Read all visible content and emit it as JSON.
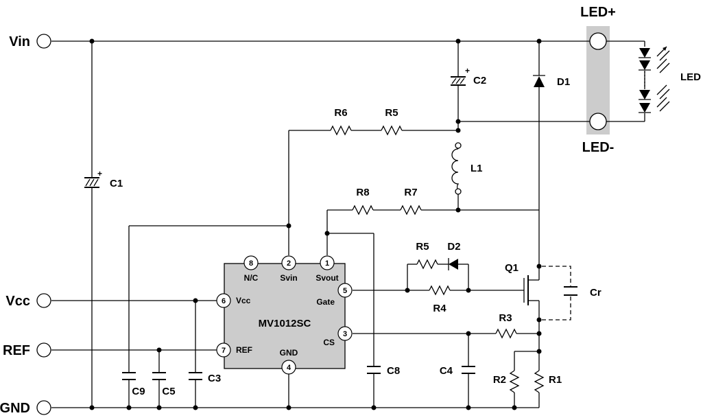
{
  "terminals": {
    "vin": "Vin",
    "vcc": "Vcc",
    "ref": "REF",
    "gnd": "GND",
    "led_plus": "LED+",
    "led_minus": "LED-"
  },
  "ic": {
    "name": "MV1012SC",
    "pins": [
      {
        "num": "8",
        "name": "N/C"
      },
      {
        "num": "2",
        "name": "Svin"
      },
      {
        "num": "1",
        "name": "Svout"
      },
      {
        "num": "5",
        "name": "Gate"
      },
      {
        "num": "6",
        "name": "Vcc"
      },
      {
        "num": "3",
        "name": "CS"
      },
      {
        "num": "7",
        "name": "REF"
      },
      {
        "num": "4",
        "name": "GND"
      }
    ]
  },
  "components": {
    "c1": "C1",
    "c2": "C2",
    "c3": "C3",
    "c4": "C4",
    "c5": "C5",
    "c8": "C8",
    "c9": "C9",
    "cr": "Cr",
    "d1": "D1",
    "d2": "D2",
    "l1": "L1",
    "q1": "Q1",
    "r1": "R1",
    "r2": "R2",
    "r3": "R3",
    "r4": "R4",
    "r5_top": "R5",
    "r5_gate": "R5",
    "r6": "R6",
    "r7": "R7",
    "r8": "R8",
    "led": "LED"
  },
  "polarity_mark": "+"
}
